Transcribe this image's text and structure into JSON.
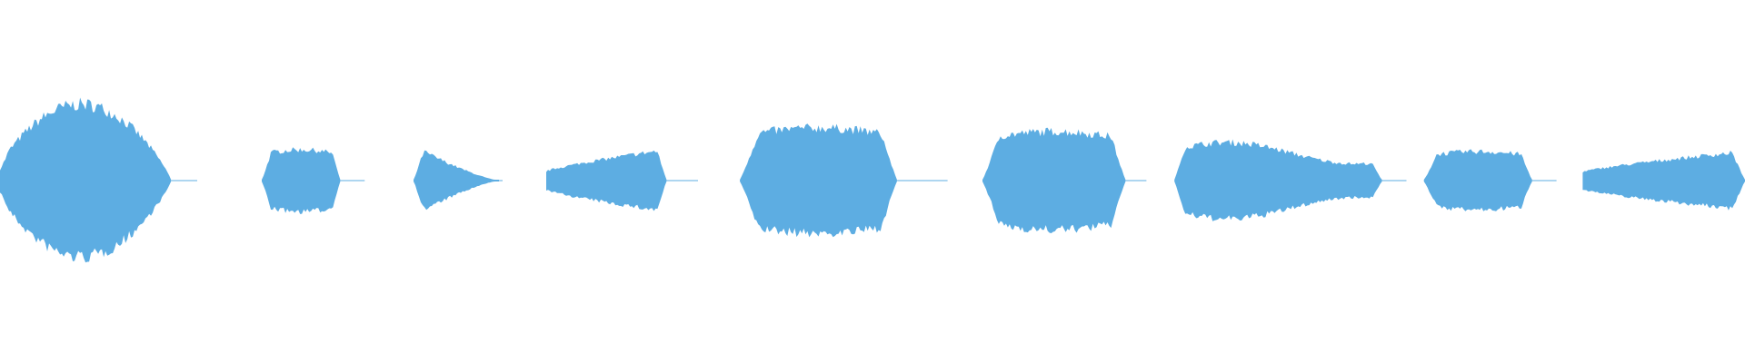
{
  "waveform": {
    "color": "#5dade2",
    "background": "#ffffff",
    "duration_s": 1,
    "segments": [
      {
        "start": 0.0,
        "end": 0.098,
        "peak": 0.42,
        "profile": "bulge"
      },
      {
        "start": 0.15,
        "end": 0.195,
        "peak": 0.17,
        "profile": "plateau"
      },
      {
        "start": 0.237,
        "end": 0.286,
        "peak": 0.16,
        "profile": "attack-decay"
      },
      {
        "start": 0.313,
        "end": 0.382,
        "peak": 0.17,
        "profile": "ramp-up"
      },
      {
        "start": 0.424,
        "end": 0.514,
        "peak": 0.29,
        "profile": "plateau"
      },
      {
        "start": 0.563,
        "end": 0.645,
        "peak": 0.27,
        "profile": "plateau"
      },
      {
        "start": 0.673,
        "end": 0.792,
        "peak": 0.21,
        "profile": "wavy"
      },
      {
        "start": 0.816,
        "end": 0.878,
        "peak": 0.16,
        "profile": "plateau"
      },
      {
        "start": 0.907,
        "end": 1.0,
        "peak": 0.16,
        "profile": "ramp-up"
      }
    ],
    "tails": [
      {
        "start": 0.098,
        "end": 0.113
      },
      {
        "start": 0.195,
        "end": 0.209
      },
      {
        "start": 0.286,
        "end": 0.288
      },
      {
        "start": 0.382,
        "end": 0.4
      },
      {
        "start": 0.514,
        "end": 0.543
      },
      {
        "start": 0.645,
        "end": 0.657
      },
      {
        "start": 0.792,
        "end": 0.806
      },
      {
        "start": 0.878,
        "end": 0.892
      }
    ]
  }
}
